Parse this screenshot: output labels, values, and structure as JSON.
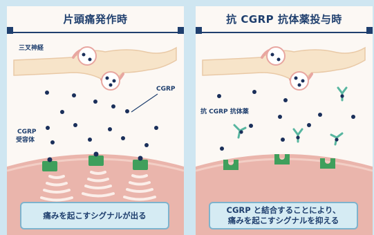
{
  "left_panel": {
    "title": "片頭痛発作時",
    "label_nerve": "三叉神経",
    "label_cgrp": "CGRP",
    "label_receptor_line1": "CGRP",
    "label_receptor_line2": "受容体",
    "caption": "痛みを起こすシグナルが出る"
  },
  "right_panel": {
    "title": "抗 CGRP 抗体薬投与時",
    "label_antibody": "抗 CGRP 抗体薬",
    "caption_line1": "CGRP と結合することにより、",
    "caption_line2": "痛みを起こすシグナルを抑える"
  },
  "colors": {
    "background": "#cfe6f1",
    "panel": "#fcf8f4",
    "title_text": "#1f3f6e",
    "nerve": "#f7e4c9",
    "tissue": "#eab5ac",
    "receptor": "#3f9f5c",
    "antibody": "#58b6a0",
    "cgrp_dot": "#1a2f5a",
    "caption_bg": "#d5ebf3"
  }
}
